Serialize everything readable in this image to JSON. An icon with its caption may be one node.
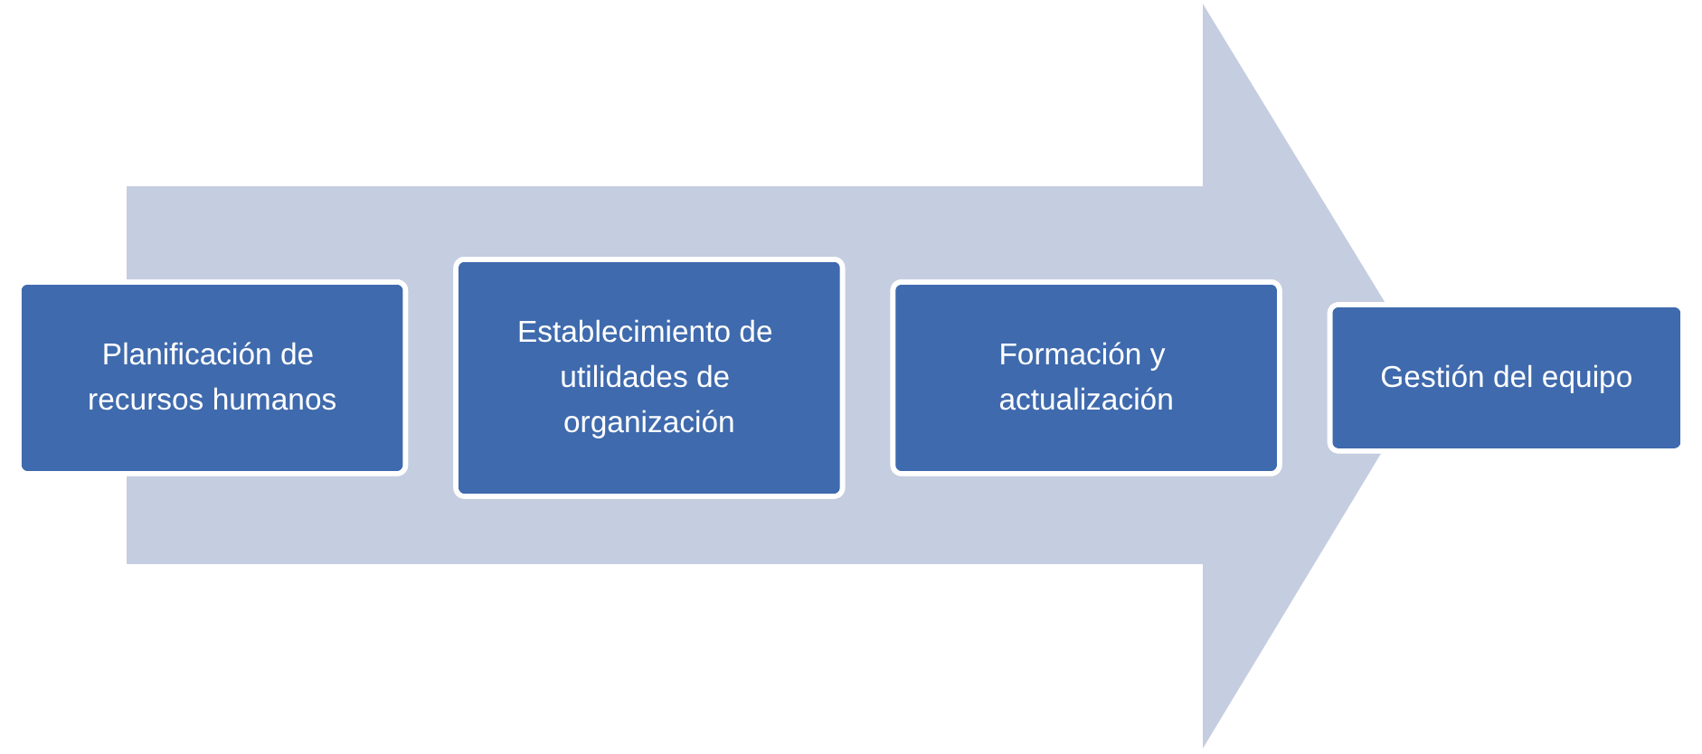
{
  "diagram": {
    "nodes": [
      {
        "text": [
          "Planificación de recursos humanos"
        ]
      },
      {
        "text": [
          "Establecimiento de utilidades de organización"
        ]
      },
      {
        "text": [
          "Formación y actualización"
        ]
      },
      {
        "text": [
          "Gestión del equipo"
        ]
      }
    ],
    "edges": []
  }
}
